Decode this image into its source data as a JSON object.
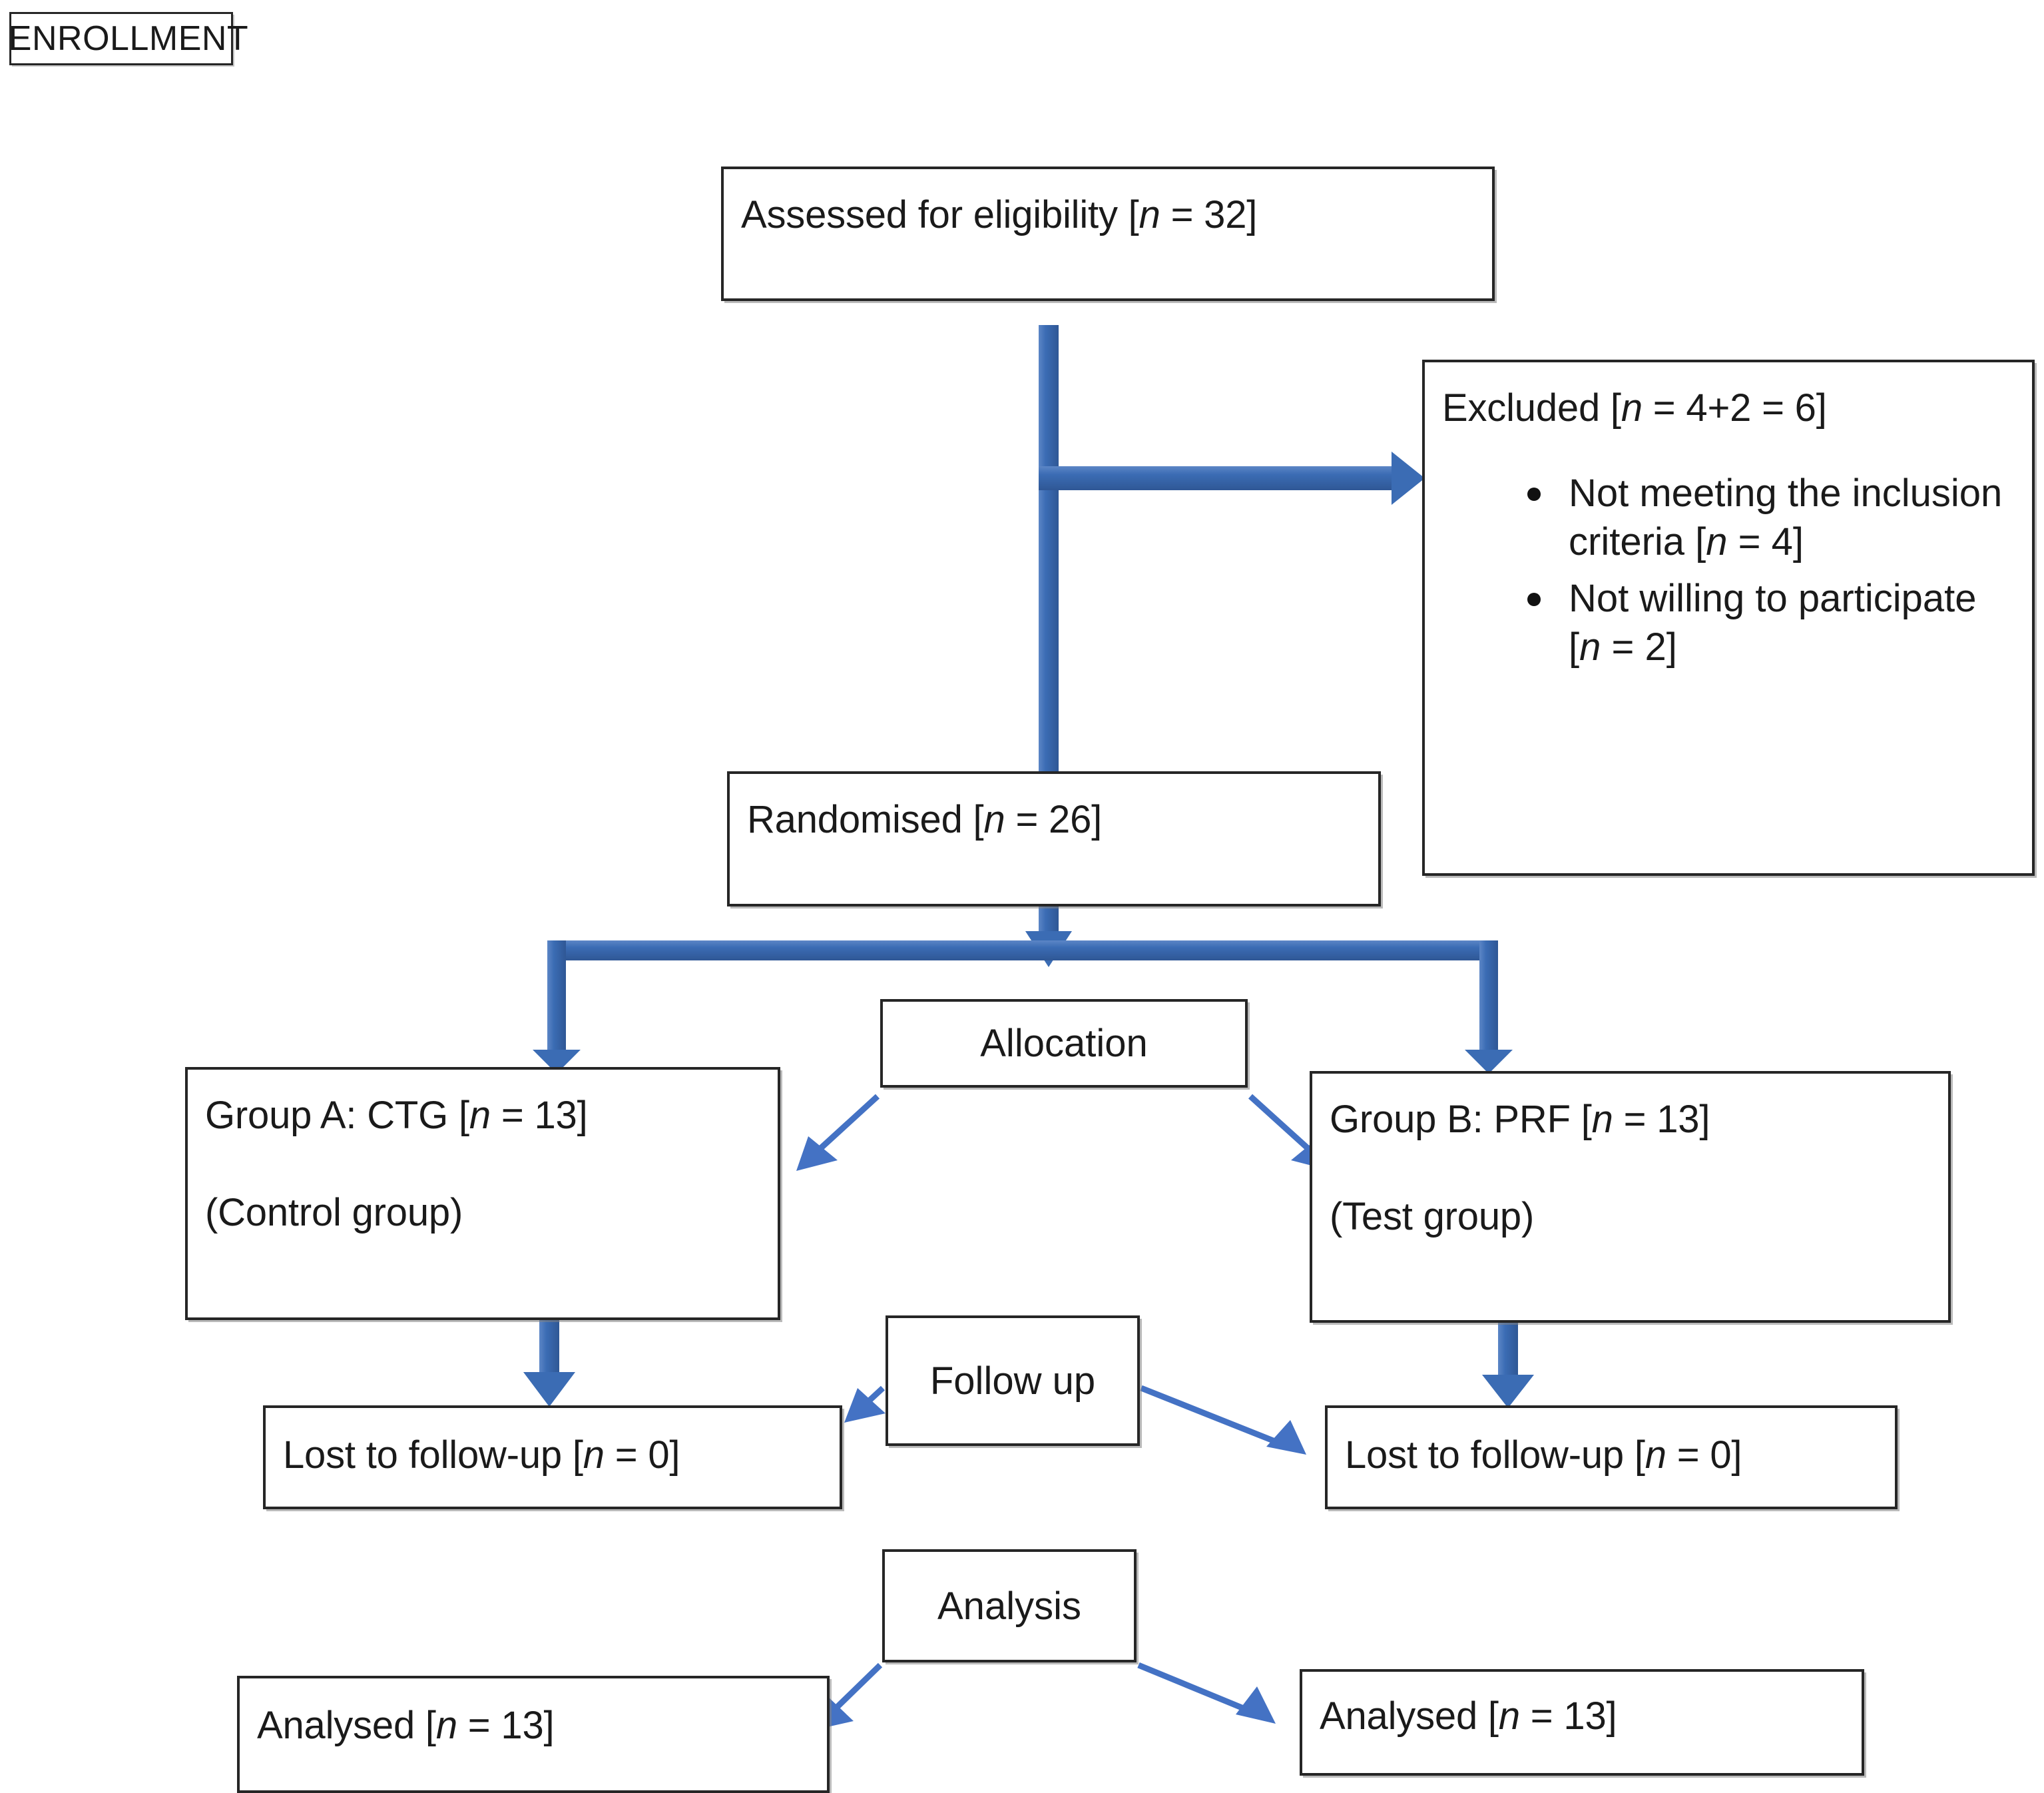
{
  "diagram": {
    "type": "consort-flow-diagram",
    "title": "CONSORT participant flow",
    "colors": {
      "thick_arrow_blue": "#3B6CB4",
      "thin_arrow_blue": "#4472C4",
      "box_border": "#262626",
      "text": "#1a1a1a",
      "background": "#ffffff"
    }
  },
  "stages": {
    "enrollment": "ENROLLMENT",
    "allocation": "Allocation",
    "follow_up": "Follow up",
    "analysis": "Analysis"
  },
  "nodes": {
    "eligibility": {
      "text_before_n": "Assessed for eligibility [",
      "n_symbol": "n",
      "text_after_n": " = 32]",
      "full_text": "Assessed for eligibility [n = 32]",
      "n_value": 32
    },
    "excluded": {
      "heading_before_n": "Excluded [",
      "n_symbol": "n",
      "heading_after_n": " = 4+2 = 6]",
      "heading_full": "Excluded [n = 4+2 = 6]",
      "n_value": 6,
      "reasons": [
        {
          "text_before_n": "Not meeting the inclusion criteria [",
          "n_symbol": "n",
          "text_after_n": " = 4]",
          "full_text": "Not meeting the inclusion criteria [n = 4]",
          "n_value": 4
        },
        {
          "text_before_n": "Not willing to participate [",
          "n_symbol": "n",
          "text_after_n": " = 2]",
          "full_text": "Not willing to participate [n = 2]",
          "n_value": 2
        }
      ]
    },
    "randomised": {
      "text_before_n": "Randomised [",
      "n_symbol": "n",
      "text_after_n": " = 26]",
      "full_text": "Randomised [n = 26]",
      "n_value": 26
    },
    "group_a": {
      "line1_before_n": "Group A: CTG [",
      "n_symbol": "n",
      "line1_after_n": " = 13]",
      "line1_full": "Group A: CTG [n = 13]",
      "line2": "(Control group)",
      "n_value": 13
    },
    "group_b": {
      "line1_before_n": "Group B: PRF [",
      "n_symbol": "n",
      "line1_after_n": " = 13]",
      "line1_full": "Group B: PRF [n = 13]",
      "line2": "(Test group)",
      "n_value": 13
    },
    "lost_a": {
      "text_before_n": "Lost to follow-up [",
      "n_symbol": "n",
      "text_after_n": " = 0]",
      "full_text": "Lost to follow-up [n = 0]",
      "n_value": 0
    },
    "lost_b": {
      "text_before_n": "Lost to follow-up [",
      "n_symbol": "n",
      "text_after_n": " = 0]",
      "full_text": "Lost to follow-up [n = 0]",
      "n_value": 0
    },
    "analysed_a": {
      "text_before_n": "Analysed [",
      "n_symbol": "n",
      "text_after_n": " = 13]",
      "full_text": "Analysed [n = 13]",
      "n_value": 13
    },
    "analysed_b": {
      "text_before_n": "Analysed [",
      "n_symbol": "n",
      "text_after_n": " = 13]",
      "full_text": "Analysed [n = 13]",
      "n_value": 13
    }
  }
}
